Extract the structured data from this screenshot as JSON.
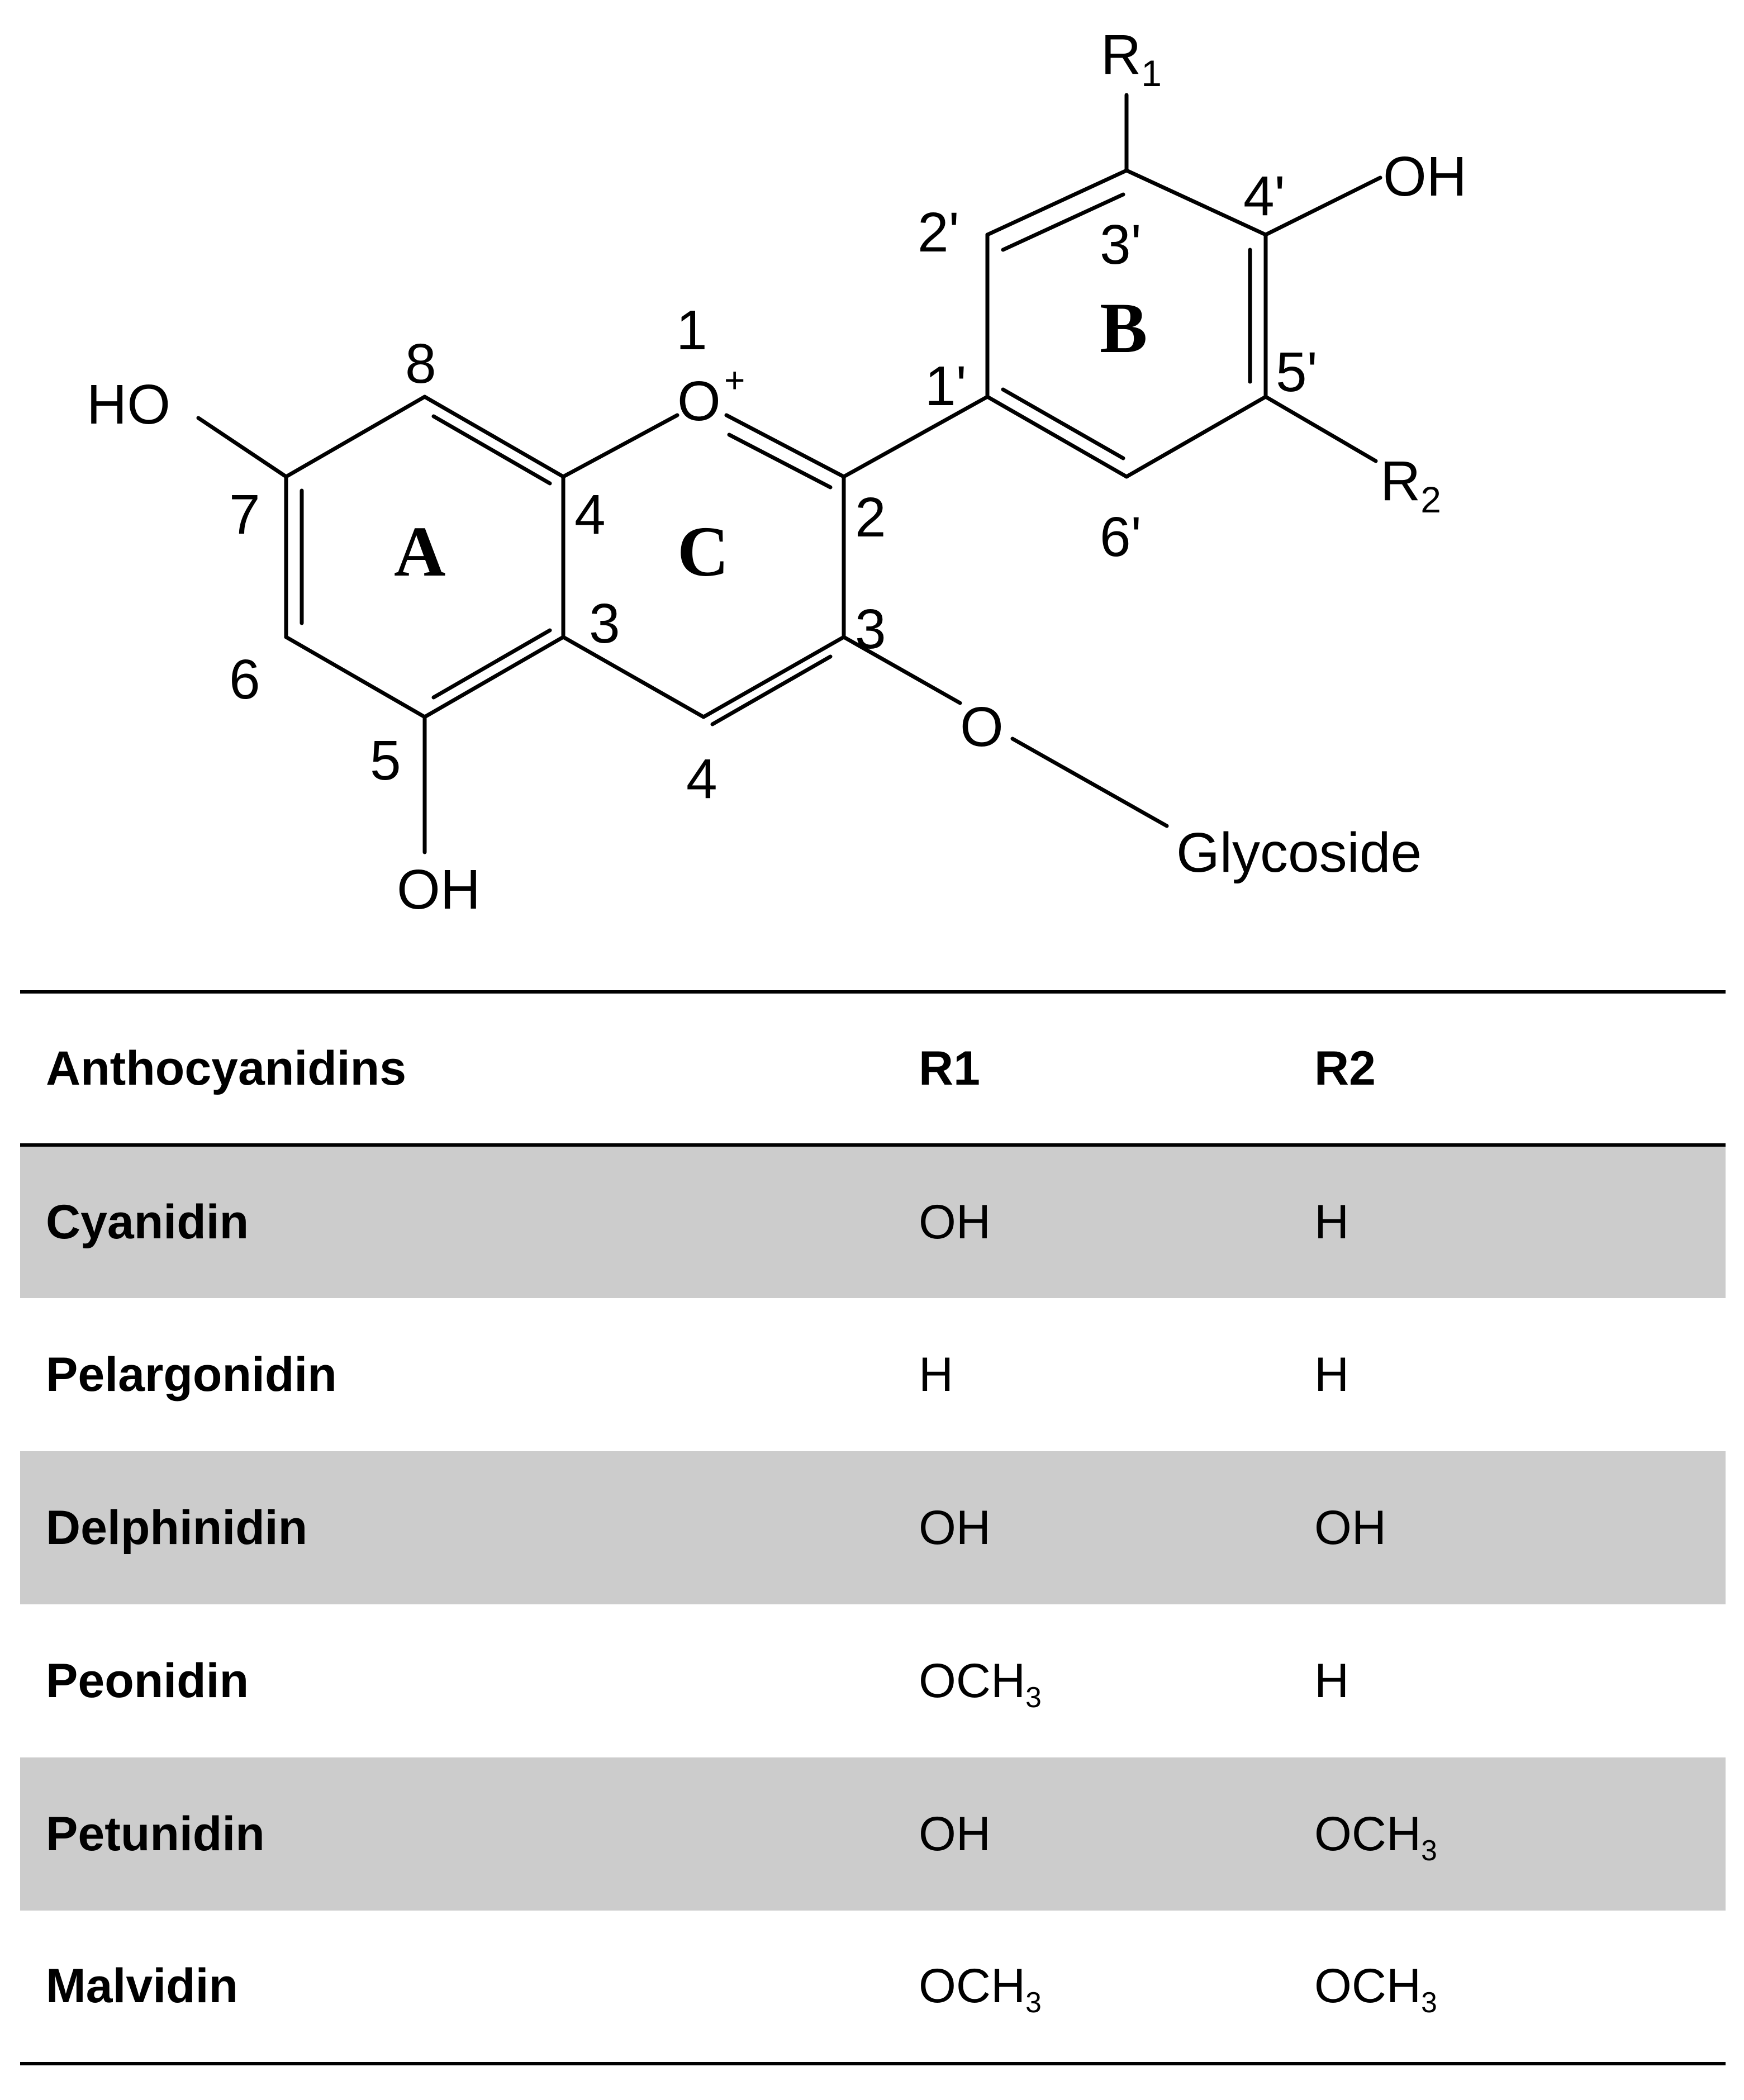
{
  "structure": {
    "atoms": {
      "ho_a": "HO",
      "oh_5": "OH",
      "o_ring": "O",
      "o_charge": "+",
      "oh_b": "OH",
      "r1_main": "R",
      "r1_sub": "1",
      "r2_main": "R",
      "r2_sub": "2",
      "o_link": "O",
      "glycoside": "Glycoside"
    },
    "rings": {
      "a": "A",
      "b": "B",
      "c": "C"
    },
    "positions": {
      "p8": "8",
      "p7": "7",
      "p6": "6",
      "p5": "5",
      "p4a": "4",
      "p3a": "3",
      "p1": "1",
      "p2": "2",
      "p3": "3",
      "p4": "4",
      "p1p": "1'",
      "p2p": "2'",
      "p3p": "3'",
      "p4p": "4'",
      "p5p": "5'",
      "p6p": "6'"
    }
  },
  "table": {
    "headers": [
      "Anthocyanidins",
      "R1",
      "R2"
    ],
    "rows": [
      {
        "name": "Cyanidin",
        "r1": "OH",
        "r1_sub": "",
        "r2": "H",
        "r2_sub": ""
      },
      {
        "name": "Pelargonidin",
        "r1": "H",
        "r1_sub": "",
        "r2": "H",
        "r2_sub": ""
      },
      {
        "name": "Delphinidin",
        "r1": "OH",
        "r1_sub": "",
        "r2": "OH",
        "r2_sub": ""
      },
      {
        "name": "Peonidin",
        "r1": "OCH",
        "r1_sub": "3",
        "r2": "H",
        "r2_sub": ""
      },
      {
        "name": "Petunidin",
        "r1": "OH",
        "r1_sub": "",
        "r2": "OCH",
        "r2_sub": "3"
      },
      {
        "name": "Malvidin",
        "r1": "OCH",
        "r1_sub": "3",
        "r2": "OCH",
        "r2_sub": "3"
      }
    ],
    "colors": {
      "shade": "#cccccc",
      "rule": "#000000"
    }
  }
}
